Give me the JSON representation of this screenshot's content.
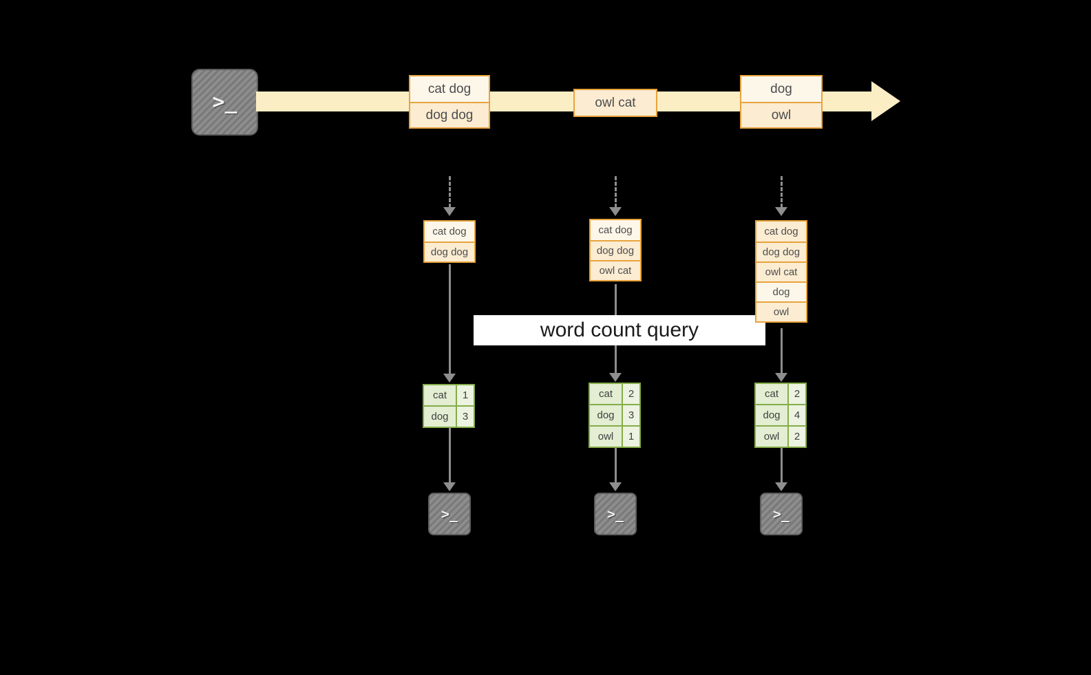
{
  "colors": {
    "background": "#000000",
    "stream_arrow": "#fbeec5",
    "batch_border": "#e8a33d",
    "batch_fill": "#fbecd2",
    "batch_fill_light": "#fdf7ea",
    "result_border": "#85ac49",
    "result_fill": "#e3eed2",
    "arrow_gray": "#8e8e8e"
  },
  "terminal": {
    "prompt": ">_"
  },
  "stream": {
    "batches": [
      {
        "rows": [
          "cat dog",
          "dog dog"
        ]
      },
      {
        "rows": [
          "owl cat"
        ]
      },
      {
        "rows": [
          "dog",
          "owl"
        ]
      }
    ]
  },
  "banner": {
    "label": "word count query"
  },
  "columns": [
    {
      "accumulated": [
        "cat dog",
        "dog dog"
      ],
      "counts": [
        {
          "word": "cat",
          "value": "1"
        },
        {
          "word": "dog",
          "value": "3"
        }
      ]
    },
    {
      "accumulated": [
        "cat dog",
        "dog dog",
        "owl cat"
      ],
      "counts": [
        {
          "word": "cat",
          "value": "2"
        },
        {
          "word": "dog",
          "value": "3"
        },
        {
          "word": "owl",
          "value": "1"
        }
      ]
    },
    {
      "accumulated": [
        "cat dog",
        "dog dog",
        "owl cat",
        "dog",
        "owl"
      ],
      "counts": [
        {
          "word": "cat",
          "value": "2"
        },
        {
          "word": "dog",
          "value": "4"
        },
        {
          "word": "owl",
          "value": "2"
        }
      ]
    }
  ]
}
